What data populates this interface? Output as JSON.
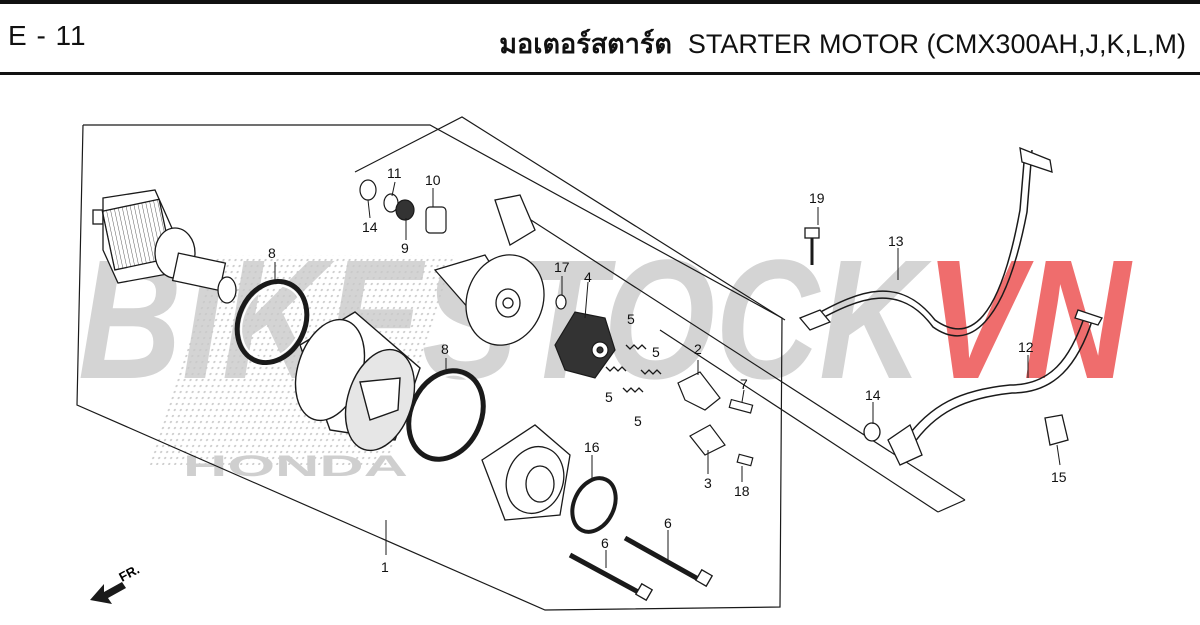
{
  "header": {
    "page_code": "E - 11",
    "title_thai": "มอเตอร์สตาร์ต",
    "title_en": "STARTER MOTOR (CMX300AH,J,K,L,M)"
  },
  "watermark": {
    "text_main": "BIKESTOCK",
    "text_accent": "VN",
    "brand": "HONDA"
  },
  "direction_label": "FR.",
  "callouts": {
    "c1": "1",
    "c2": "2",
    "c3": "3",
    "c4": "4",
    "c5a": "5",
    "c5b": "5",
    "c5c": "5",
    "c5d": "5",
    "c6a": "6",
    "c6b": "6",
    "c7": "7",
    "c8a": "8",
    "c8b": "8",
    "c9": "9",
    "c10": "10",
    "c11": "11",
    "c12": "12",
    "c13": "13",
    "c14a": "14",
    "c14b": "14",
    "c15": "15",
    "c16": "16",
    "c17": "17",
    "c18": "18",
    "c19": "19"
  },
  "colors": {
    "line": "#1a1a1a",
    "watermark_gray": "#d4d4d4",
    "watermark_red": "#ef6d6d"
  }
}
